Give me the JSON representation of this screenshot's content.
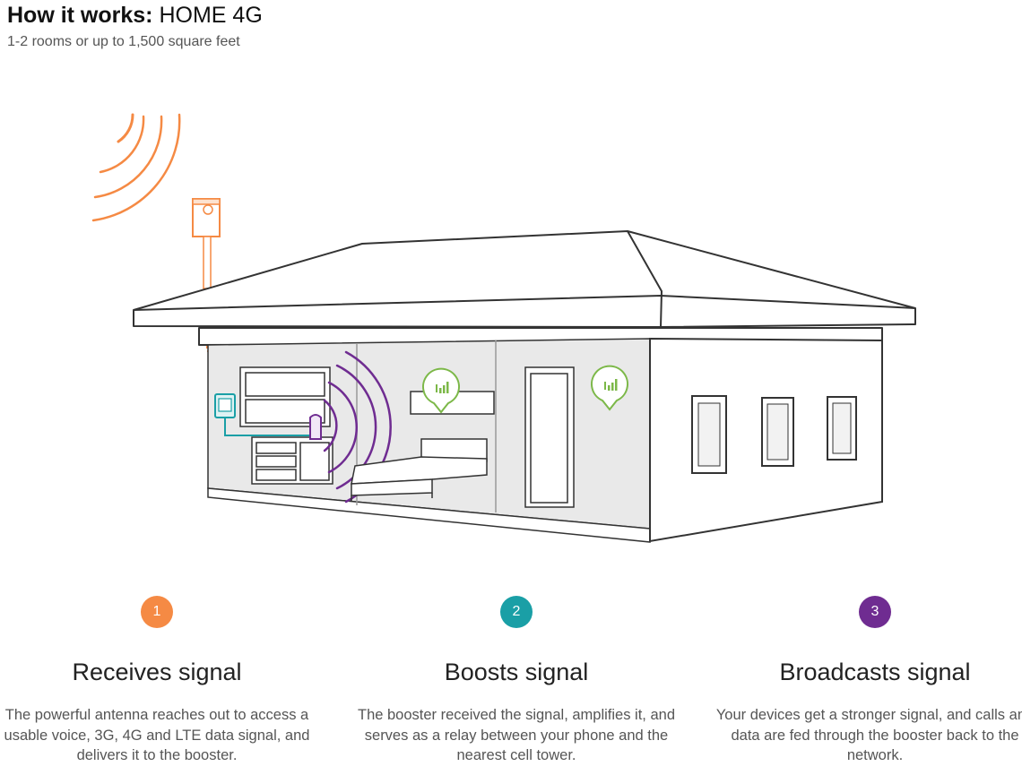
{
  "header": {
    "title_bold": "How it works:",
    "title_light": "HOME 4G",
    "subtitle": "1-2 rooms or up to 1,500 square feet"
  },
  "diagram": {
    "house_icon": "house-cutaway-illustration",
    "antenna_icon": "outdoor-antenna-icon",
    "booster_icon": "signal-booster-icon",
    "bubble_icon": "signal-bars-bubble-icon"
  },
  "colors": {
    "orange": "#f58a44",
    "teal": "#1a9fa6",
    "purple": "#6f2c91",
    "green": "#7cb848",
    "line": "#333333",
    "wall": "#e9e9e9"
  },
  "steps": [
    {
      "number": "1",
      "title": "Receives signal",
      "description": "The powerful antenna reaches out to access a usable voice, 3G, 4G and LTE data signal, and delivers it to the booster.",
      "color": "#f58a44"
    },
    {
      "number": "2",
      "title": "Boosts signal",
      "description": "The booster received the signal, amplifies it, and serves as a relay between your phone and the nearest cell tower.",
      "color": "#1a9fa6"
    },
    {
      "number": "3",
      "title": "Broadcasts signal",
      "description": "Your devices get a stronger signal, and calls and data are fed through the booster back to the network.",
      "color": "#6f2c91"
    }
  ]
}
